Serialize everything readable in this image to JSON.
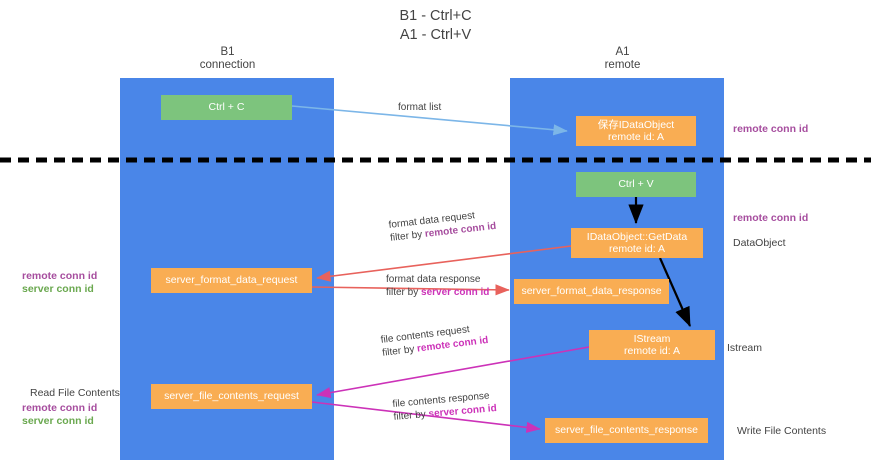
{
  "title": {
    "line1": "B1 - Ctrl+C",
    "line2": "A1 - Ctrl+V"
  },
  "lanes": {
    "left": {
      "name": "B1",
      "role": "connection"
    },
    "right": {
      "name": "A1",
      "role": "remote"
    }
  },
  "boxes": {
    "ctrl_c": {
      "label": "Ctrl + C"
    },
    "save_dataobject": {
      "line1": "保存IDataObject",
      "line2": "remote id: A"
    },
    "ctrl_v": {
      "label": "Ctrl + V"
    },
    "getdata": {
      "line1": "IDataObject::GetData",
      "line2": "remote id: A"
    },
    "server_format_data_request": {
      "label": "server_format_data_request"
    },
    "server_format_data_response": {
      "label": "server_format_data_response"
    },
    "istream": {
      "line1": "IStream",
      "line2": "remote id: A"
    },
    "server_file_contents_request": {
      "label": "server_file_contents_request"
    },
    "server_file_contents_response": {
      "label": "server_file_contents_response"
    }
  },
  "connectors": {
    "format_list": {
      "line1": "format list",
      "line2": "",
      "filter_prefix": "",
      "filter_value": ""
    },
    "format_data_request": {
      "line1": "format data request",
      "filter_prefix": "filter by ",
      "filter_value": "remote conn id"
    },
    "format_data_response": {
      "line1": "format data response",
      "filter_prefix": "filter by ",
      "filter_value": "server conn id"
    },
    "file_contents_request": {
      "line1": "file contents request",
      "filter_prefix": "filter by ",
      "filter_value": "remote conn id"
    },
    "file_contents_response": {
      "line1": "file contents response",
      "filter_prefix": "filter by ",
      "filter_value": "server conn id"
    }
  },
  "side_labels": {
    "left": {
      "remote_conn_id_1": "remote conn id",
      "server_conn_id_1": "server conn id",
      "read_file_contents": "Read File Contents",
      "remote_conn_id_2": "remote conn id",
      "server_conn_id_2": "server conn id"
    },
    "right": {
      "remote_conn_id_1": "remote conn id",
      "remote_conn_id_2": "remote conn id",
      "data_object": "DataObject",
      "istream": "Istream",
      "write_file_contents": "Write File Contents"
    }
  },
  "colors": {
    "lane": "#4a86e8",
    "box_orange": "#f9ad53",
    "box_green": "#7dc47d",
    "purple": "#a64d9e",
    "green_text": "#6aa84f",
    "magenta": "#cc32b8",
    "red": "#e8625c",
    "light_blue": "#7cb6e8",
    "divider": "#000000"
  }
}
